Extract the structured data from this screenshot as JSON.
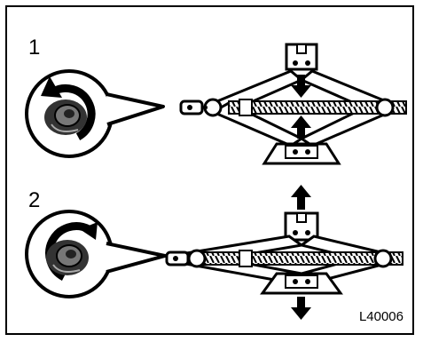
{
  "steps": [
    {
      "number": "1"
    },
    {
      "number": "2"
    }
  ],
  "figure_id": "L40006",
  "colors": {
    "ink": "#000000",
    "paper": "#ffffff",
    "shade": "#555555"
  }
}
